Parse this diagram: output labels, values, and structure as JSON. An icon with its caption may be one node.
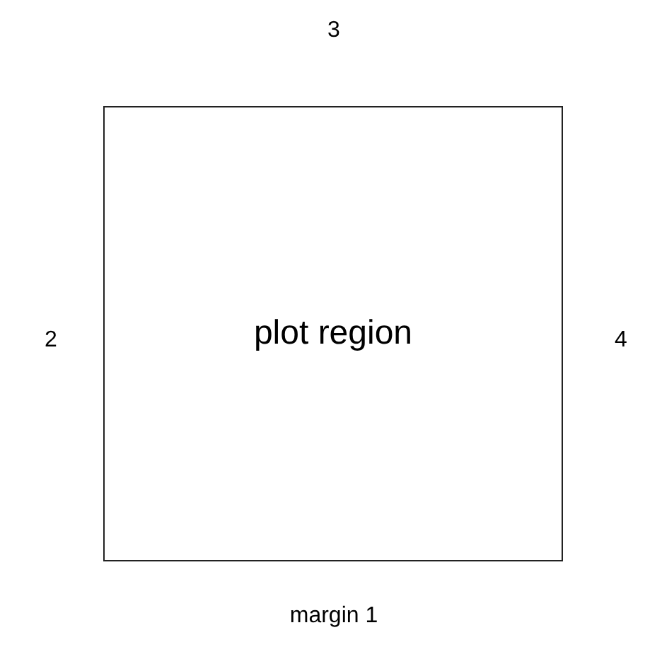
{
  "diagram": {
    "nodes": [
      {
        "text": [
          "plot region"
        ]
      }
    ],
    "labels": [
      "3",
      "2",
      "4",
      "margin 1"
    ]
  }
}
